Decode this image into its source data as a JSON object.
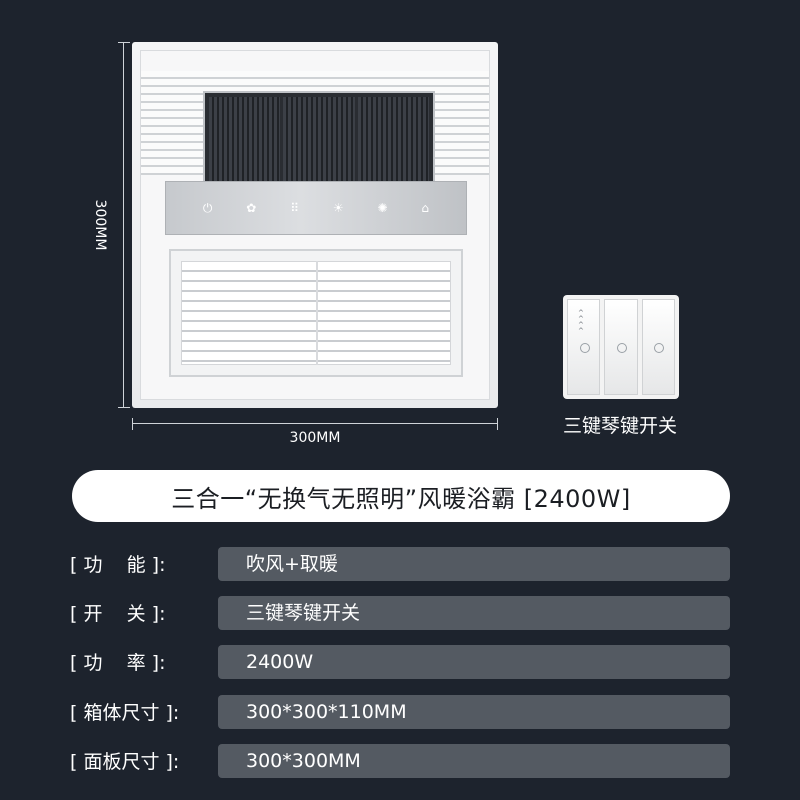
{
  "product_image": {
    "dimension_width": "300MM",
    "dimension_height": "300MM"
  },
  "switch_image": {
    "label": "三键琴键开关"
  },
  "title": "三合一“无换气无照明”风暖浴霸 [2400W]",
  "specs": [
    {
      "label": "[ 功    能 ]:",
      "value": "吹风+取暖"
    },
    {
      "label": "[ 开    关 ]:",
      "value": "三键琴键开关"
    },
    {
      "label": "[ 功    率 ]:",
      "value": "2400W"
    },
    {
      "label": "[ 箱体尺寸 ]:",
      "value": "300*300*110MM"
    },
    {
      "label": "[ 面板尺寸 ]:",
      "value": "300*300MM"
    }
  ],
  "colors": {
    "background": "#1d232d",
    "spec_bar": "#545a62",
    "title_pill": "#ffffff"
  }
}
